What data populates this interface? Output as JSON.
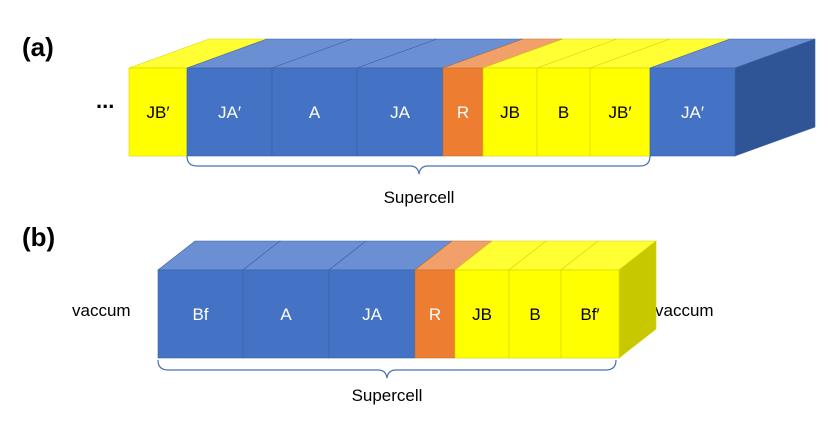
{
  "colors": {
    "blue": "#4472c4",
    "yellow": "#ffff00",
    "orange": "#ed7d31",
    "brace": "#4a6fb5"
  },
  "panel_a": {
    "label": "(a)",
    "ellipsis_left": "...",
    "ellipsis_right": "...",
    "blocks": [
      {
        "text": "JB′",
        "color": "yellow"
      },
      {
        "text": "JA′",
        "color": "blue"
      },
      {
        "text": "A",
        "color": "blue"
      },
      {
        "text": "JA",
        "color": "blue"
      },
      {
        "text": "R",
        "color": "orange"
      },
      {
        "text": "JB",
        "color": "yellow"
      },
      {
        "text": "B",
        "color": "yellow"
      },
      {
        "text": "JB′",
        "color": "yellow"
      },
      {
        "text": "JA′",
        "color": "blue"
      }
    ],
    "brace_label": "Supercell"
  },
  "panel_b": {
    "label": "(b)",
    "left_text": "vaccum",
    "right_text": "vaccum",
    "blocks": [
      {
        "text": "Bf",
        "color": "blue"
      },
      {
        "text": "A",
        "color": "blue"
      },
      {
        "text": "JA",
        "color": "blue"
      },
      {
        "text": "R",
        "color": "orange"
      },
      {
        "text": "JB",
        "color": "yellow"
      },
      {
        "text": "B",
        "color": "yellow"
      },
      {
        "text": "Bf′",
        "color": "yellow"
      }
    ],
    "brace_label": "Supercell"
  }
}
